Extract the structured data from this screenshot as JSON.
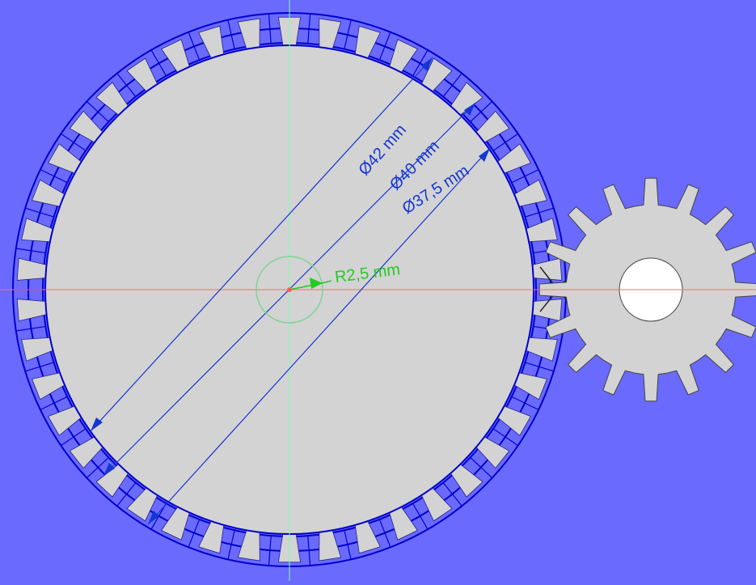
{
  "view": {
    "background": "#6a6aff",
    "axis_h_color": "#ff6b6b",
    "axis_v_color": "#7dffb0"
  },
  "ring_gear": {
    "teeth": 42,
    "fill": "#d3d3d3",
    "outline_color": "#0000cc",
    "construction_color": "#0a0acc"
  },
  "pinion": {
    "teeth": 16,
    "fill": "#d3d3d3"
  },
  "dimensions": {
    "d1": "Ø42 mm",
    "d2": "Ø40 mm",
    "d3": "Ø37,5 mm",
    "radius": "R2,5 mm",
    "dim_color": "#1436d2",
    "radius_color": "#22cc22"
  }
}
